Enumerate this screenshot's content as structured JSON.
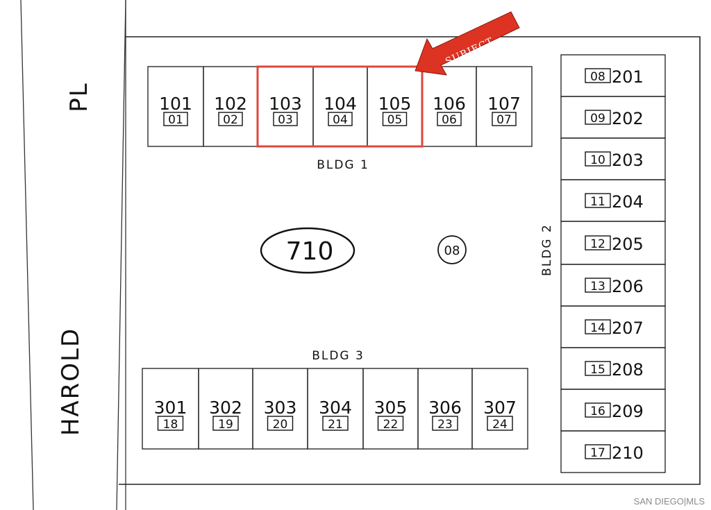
{
  "streets": {
    "name_top": "PL",
    "name_bottom": "HAROLD"
  },
  "lot": {
    "number": "710",
    "map_ref": "08"
  },
  "subject": {
    "label": "SUBJECT",
    "arrow_color": "#dd3322",
    "highlight_color": "#e0453a"
  },
  "bldg1": {
    "label": "BLDG 1",
    "units": [
      {
        "unit": "101",
        "parcel": "01"
      },
      {
        "unit": "102",
        "parcel": "02"
      },
      {
        "unit": "103",
        "parcel": "03"
      },
      {
        "unit": "104",
        "parcel": "04"
      },
      {
        "unit": "105",
        "parcel": "05"
      },
      {
        "unit": "106",
        "parcel": "06"
      },
      {
        "unit": "107",
        "parcel": "07"
      }
    ]
  },
  "bldg2": {
    "label": "BLDG 2",
    "units": [
      {
        "unit": "201",
        "parcel": "08"
      },
      {
        "unit": "202",
        "parcel": "09"
      },
      {
        "unit": "203",
        "parcel": "10"
      },
      {
        "unit": "204",
        "parcel": "11"
      },
      {
        "unit": "205",
        "parcel": "12"
      },
      {
        "unit": "206",
        "parcel": "13"
      },
      {
        "unit": "207",
        "parcel": "14"
      },
      {
        "unit": "208",
        "parcel": "15"
      },
      {
        "unit": "209",
        "parcel": "16"
      },
      {
        "unit": "210",
        "parcel": "17"
      }
    ]
  },
  "bldg3": {
    "label": "BLDG 3",
    "units": [
      {
        "unit": "301",
        "parcel": "18"
      },
      {
        "unit": "302",
        "parcel": "19"
      },
      {
        "unit": "303",
        "parcel": "20"
      },
      {
        "unit": "304",
        "parcel": "21"
      },
      {
        "unit": "305",
        "parcel": "22"
      },
      {
        "unit": "306",
        "parcel": "23"
      },
      {
        "unit": "307",
        "parcel": "24"
      }
    ]
  },
  "watermark": "SAN DIEGO|MLS"
}
